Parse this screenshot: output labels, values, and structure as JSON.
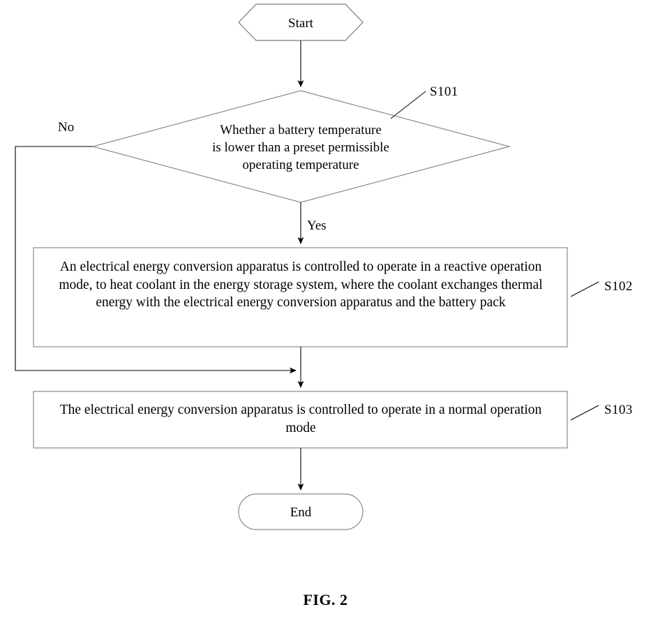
{
  "figure": {
    "caption": "FIG. 2",
    "background_color": "#ffffff",
    "line_color": "#000000"
  },
  "nodes": {
    "start": {
      "shape": "hexagon",
      "label": "Start"
    },
    "decision": {
      "shape": "diamond",
      "label": "Whether a battery temperature\nis lower than a preset permissible\noperating temperature",
      "step": "S101"
    },
    "process_s102": {
      "shape": "rectangle",
      "label": "An electrical energy conversion apparatus is controlled to operate in a reactive operation mode, to heat coolant in the energy storage system, where the coolant exchanges thermal energy with the electrical energy conversion apparatus and the battery pack",
      "step": "S102"
    },
    "process_s103": {
      "shape": "rectangle",
      "label": "The electrical energy conversion apparatus is controlled to operate in a normal operation mode",
      "step": "S103"
    },
    "end": {
      "shape": "stadium",
      "label": "End"
    }
  },
  "edges": {
    "start_to_decision": {
      "label": ""
    },
    "decision_yes": {
      "label": "Yes"
    },
    "decision_no": {
      "label": "No"
    },
    "s102_to_s103": {
      "label": ""
    },
    "s103_to_end": {
      "label": ""
    }
  },
  "step_labels": {
    "s101": "S101",
    "s102": "S102",
    "s103": "S103"
  }
}
